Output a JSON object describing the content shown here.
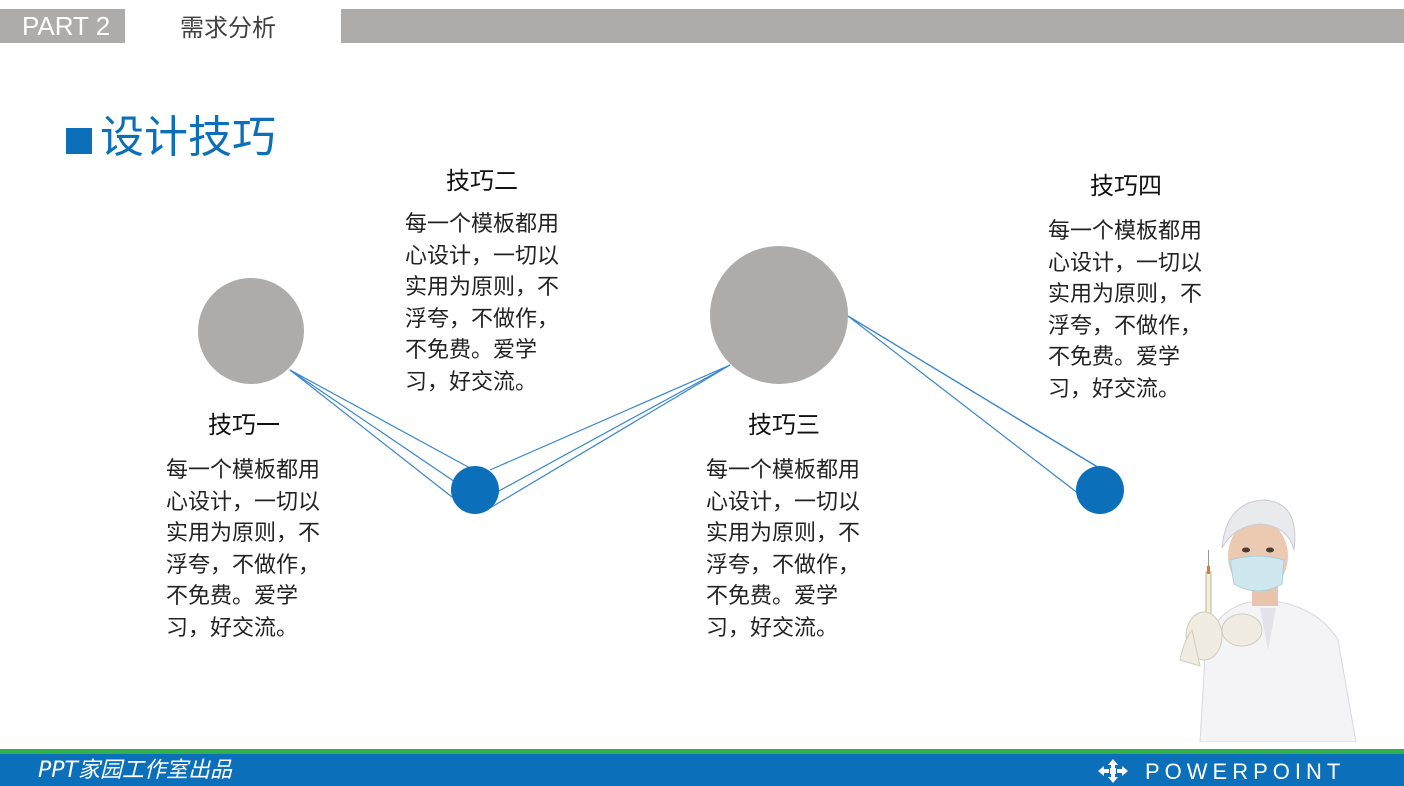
{
  "header": {
    "part_label": "PART 2",
    "section_title": "需求分析"
  },
  "title": "设计技巧",
  "tips": [
    {
      "title": "技巧一",
      "text": "每一个模板都用心设计，一切以实用为原则，不浮夸，不做作，不免费。爱学习，好交流。"
    },
    {
      "title": "技巧二",
      "text": "每一个模板都用心设计，一切以实用为原则，不浮夸，不做作，不免费。爱学习，好交流。"
    },
    {
      "title": "技巧三",
      "text": "每一个模板都用心设计，一切以实用为原则，不浮夸，不做作，不免费。爱学习，好交流。"
    },
    {
      "title": "技巧四",
      "text": "每一个模板都用心设计，一切以实用为原则，不浮夸，不做作，不免费。爱学习，好交流。"
    }
  ],
  "footer": {
    "left_text": "PPT家园工作室出品",
    "right_text": "POWERPOINT",
    "logo_icon": "cross-arrows-icon"
  },
  "decor_image": "nurse-with-syringe-photo",
  "colors": {
    "accent_blue": "#0b6fba",
    "gray": "#aeabab",
    "green": "#2fb04c"
  }
}
